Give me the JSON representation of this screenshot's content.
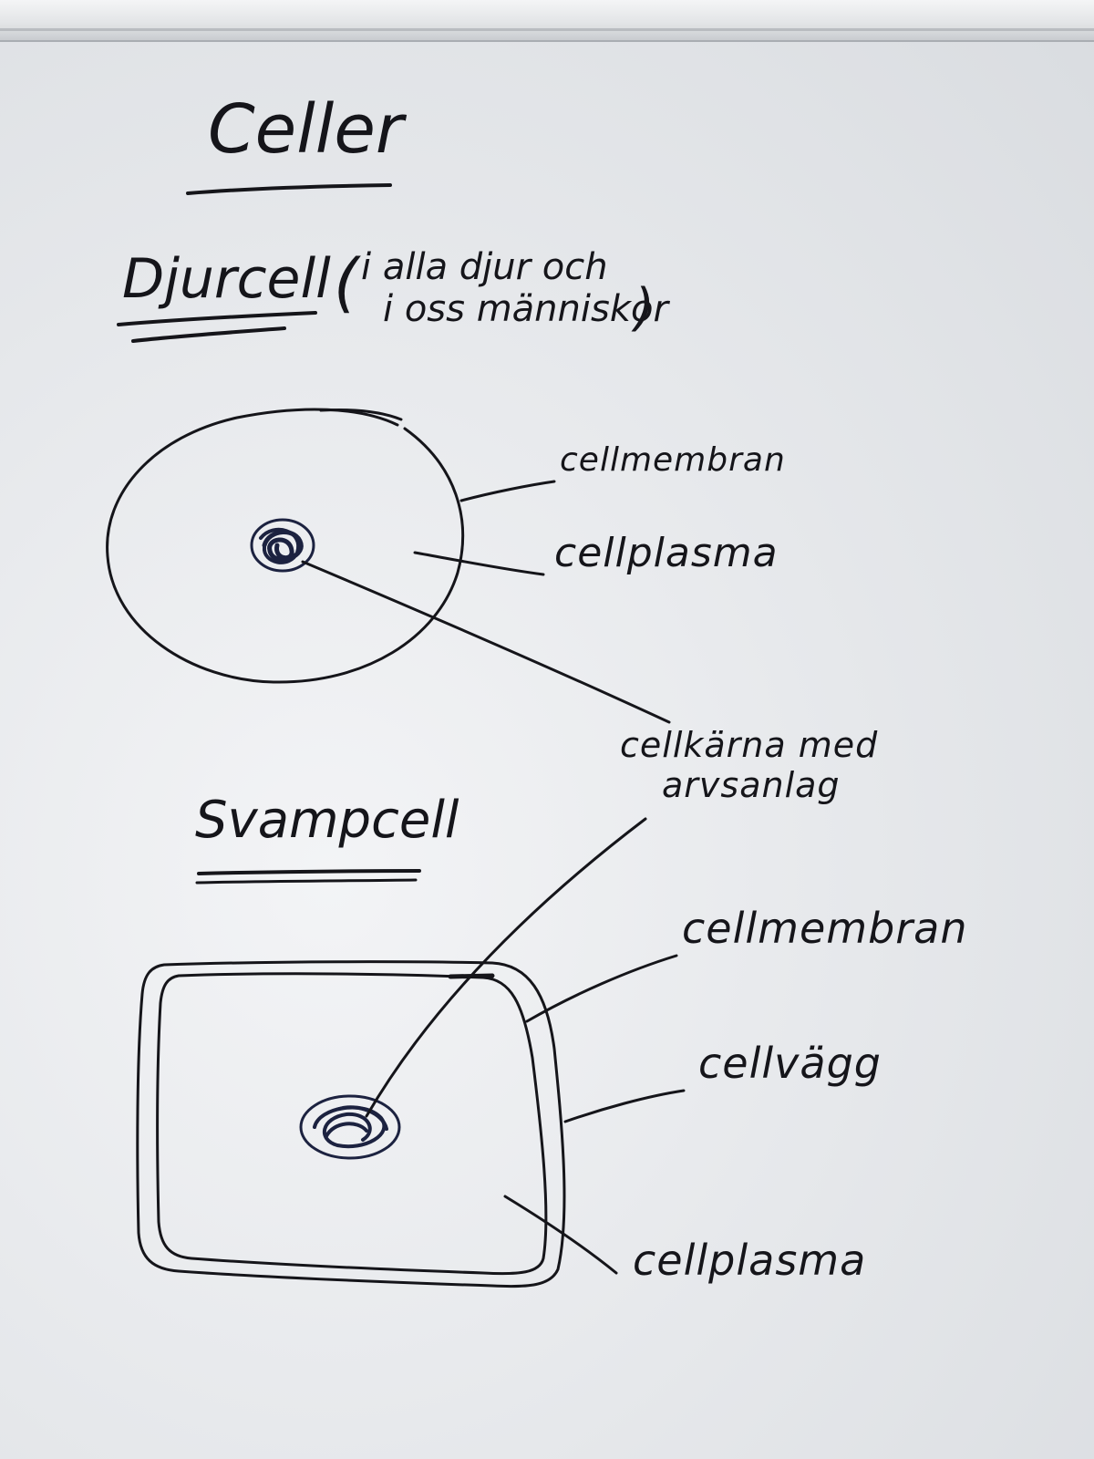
{
  "title": "Celler",
  "animal_cell": {
    "heading": "Djurcell",
    "note_open": "(",
    "note_line1": "i alla djur och",
    "note_line2": "i oss människor",
    "note_close": ")",
    "labels": {
      "membrane": "cellmembran",
      "plasma": "cellplasma"
    }
  },
  "nucleus_label": {
    "line1": "cellkärna med",
    "line2": "arvsanlag"
  },
  "fungal_cell": {
    "heading": "Svampcell",
    "labels": {
      "membrane": "cellmembran",
      "wall": "cellvägg",
      "plasma": "cellplasma"
    }
  },
  "colors": {
    "board": "#e7e9ec",
    "ink": "#15151a",
    "nucleus_ink": "#1c2240"
  }
}
